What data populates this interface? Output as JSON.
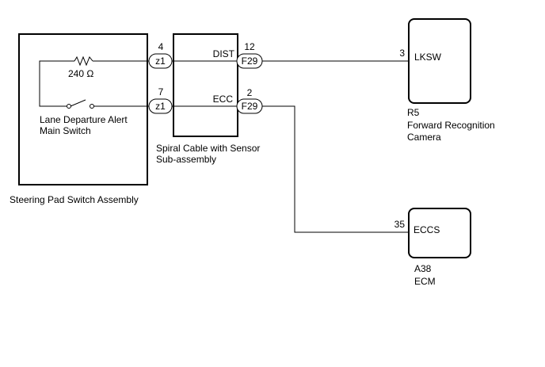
{
  "steering_pad": {
    "title": "Steering Pad Switch Assembly",
    "resistor_value": "240 Ω",
    "switch_label_line1": "Lane Departure Alert",
    "switch_label_line2": "Main Switch"
  },
  "spiral_cable": {
    "title_line1": "Spiral Cable with Sensor",
    "title_line2": "Sub-assembly",
    "left_connector": "z1",
    "right_connector": "F29",
    "pin_z1_dist": "4",
    "pin_z1_ecc": "7",
    "pin_f29_dist": "12",
    "pin_f29_ecc": "2",
    "signal_dist": "DIST",
    "signal_ecc": "ECC"
  },
  "camera": {
    "terminal": "LKSW",
    "pin": "3",
    "ref": "R5",
    "name_line1": "Forward Recognition",
    "name_line2": "Camera"
  },
  "ecm": {
    "terminal": "ECCS",
    "pin": "35",
    "ref": "A38",
    "name": "ECM"
  },
  "colors": {
    "line": "#000000",
    "background": "#ffffff"
  }
}
